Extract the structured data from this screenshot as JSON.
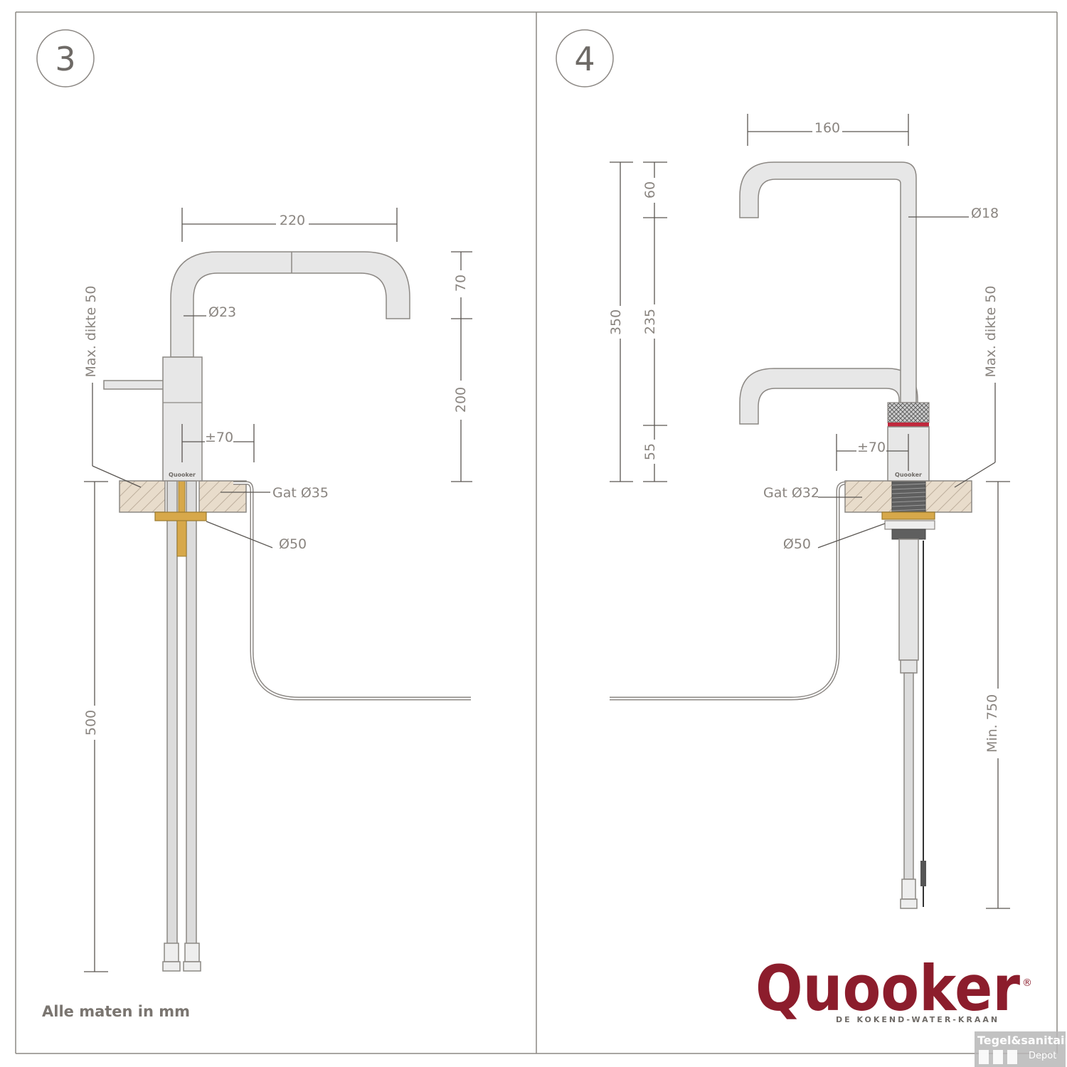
{
  "panel_3": {
    "step_number": "3",
    "dimensions": {
      "spout_reach": "220",
      "spout_diameter": "Ø23",
      "handle_offset": "±70",
      "height_top": "70",
      "height_main": "200",
      "max_thickness": "Max. dikte 50",
      "hole": "Gat Ø35",
      "washer": "Ø50",
      "hose_length": "500"
    },
    "maker_mark": "Quooker"
  },
  "panel_4": {
    "step_number": "4",
    "dimensions": {
      "spout_reach": "160",
      "spout_diameter": "Ø18",
      "total_height": "350",
      "height_top": "60",
      "height_middle": "235",
      "height_bottom": "55",
      "handle_offset": "±70",
      "max_thickness": "Max. dikte 50",
      "hole": "Gat Ø32",
      "washer": "Ø50",
      "min_clearance": "Min. 750"
    },
    "maker_mark": "Quooker"
  },
  "footer_note": "Alle maten in mm",
  "brand": {
    "logo_text": "Quooker",
    "registered_mark": "®",
    "tagline": "DE KOKEND-WATER-KRAAN"
  },
  "watermark": {
    "line1": "Tegel&sanitair",
    "line2": "Depot"
  },
  "colors": {
    "line": "#8c8884",
    "tap_fill": "#e7e7e7",
    "worktop_fill": "#e8dccb",
    "worktop_hatch": "#b3a491",
    "brass": "#d7a84a",
    "brand": "#8c1d2c",
    "accent_ring": "#c0283c"
  }
}
